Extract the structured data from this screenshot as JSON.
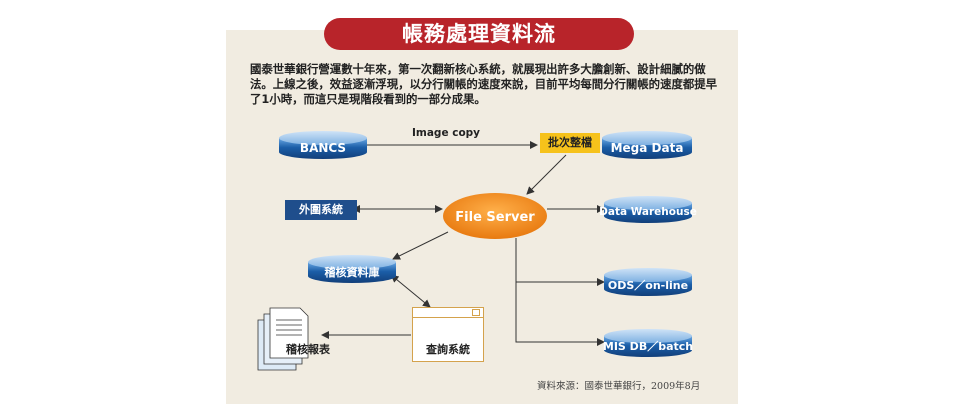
{
  "title": "帳務處理資料流",
  "intro": "國泰世華銀行營運數十年來，第一次翻新核心系統，就展現出許多大膽創新、設計細膩的做法。上線之後，效益逐漸浮現，以分行關帳的速度來說，目前平均每間分行關帳的速度都提早了1小時，而這只是現階段看到的一部分成果。",
  "nodes": {
    "bancs": "BANCS",
    "mega_data": "Mega Data",
    "batch": "批次整檔",
    "external": "外圍系統",
    "file_server": "File Server",
    "data_warehouse": "Data Warehouse",
    "audit_db": "稽核資料庫",
    "ods": "ODS／on-line",
    "mis": "MIS DB／batch",
    "query": "查詢系統",
    "report": "稽核報表"
  },
  "edge_labels": {
    "image_copy": "Image copy"
  },
  "source": "資料來源：國泰世華銀行，2009年8月",
  "colors": {
    "banner": "#b8242a",
    "cylinder": "#1b5ea8",
    "server": "#f08a1c",
    "batch": "#f6c21b",
    "external": "#1f4e8c"
  }
}
